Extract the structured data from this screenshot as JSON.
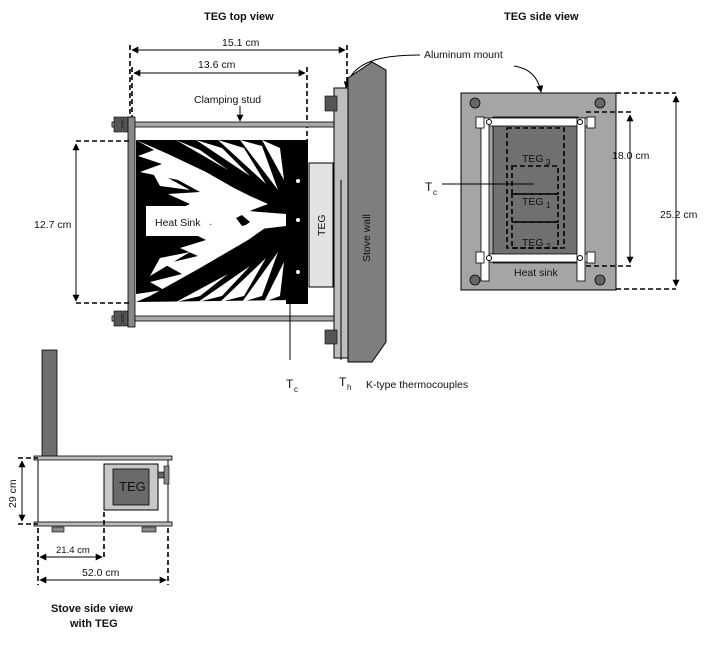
{
  "titles": {
    "top_view": "TEG top view",
    "side_view": "TEG side view",
    "stove_view_line1": "Stove side view",
    "stove_view_line2": "with TEG"
  },
  "labels": {
    "aluminum_mount": "Aluminum mount",
    "clamping_stud": "Clamping stud",
    "heat_sink": "Heat Sink",
    "teg": "TEG",
    "stove_wall": "Stove wall",
    "tc_main": "T",
    "tc_sub": "c",
    "th_main": "T",
    "th_sub": "h",
    "thermocouples": "K-type thermocouples",
    "side_tc_main": "T",
    "side_tc_sub": "c",
    "teg1_main": "TEG",
    "teg1_sub": "1",
    "teg2_main": "TEG",
    "teg2_sub": "2",
    "teg3_main": "TEG",
    "teg3_sub": "3",
    "side_heat_sink": "Heat sink",
    "stove_teg": "TEG"
  },
  "dimensions": {
    "top_width_outer": "15.1 cm",
    "top_width_inner": "13.6 cm",
    "top_height": "12.7 cm",
    "side_inner": "18.0 cm",
    "side_outer": "25.2 cm",
    "stove_height": "29 cm",
    "stove_inner": "21.4 cm",
    "stove_width": "52.0 cm"
  }
}
